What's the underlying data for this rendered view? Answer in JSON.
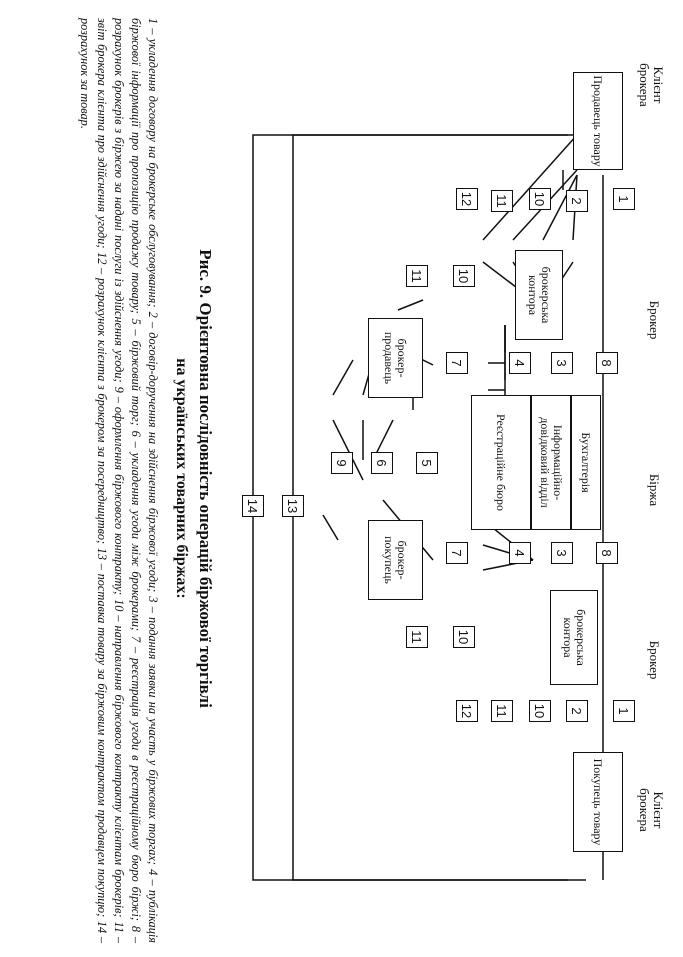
{
  "columns": {
    "client_left": "Клієнт брокера",
    "broker_left": "Брокер",
    "exchange": "Біржа",
    "broker_right": "Брокер",
    "client_right": "Клієнт брокера"
  },
  "boxes": {
    "seller": "Продавець товару",
    "office_left": "брокерська контора",
    "accounting": "Бухгалтерія",
    "info_dept": "Інформаційно-довідковий відділ",
    "registration": "Реєстраційне бюро",
    "broker_seller": "брокер-продавець",
    "broker_buyer": "брокер-покупець",
    "office_right": "брокерська контора",
    "buyer": "Покупець товару"
  },
  "numbers": {
    "n1": "1",
    "n2": "2",
    "n3": "3",
    "n4": "4",
    "n5": "5",
    "n6": "6",
    "n7": "7",
    "n8": "8",
    "n9": "9",
    "n10": "10",
    "n11": "11",
    "n12": "12",
    "n13": "13",
    "n14": "14"
  },
  "caption": {
    "title": "Рис. 9. Орієнтовна послідовність операцій біржової торгівлі",
    "subtitle": "на українських товарних біржах:",
    "legend": "1 – укладення договору на брокерське обслуговування; 2 – договір-доручення на здійснення біржової угоди; 3 – подання заявки на участь у біржових торгах; 4 – публікація біржової інформації про пропозицію продажу товару; 5 – біржовий торг; 6 – укладення угоди між брокерами; 7 – реєстрація угоди в реєстраційному бюро біржі; 8 – розрахунок брокерів з біржею за надані послуги із здійснення угоди; 9 – оформлення біржового контракту; 10 – направлення біржового контракту клієнтам брокерів; 11 – звіт брокера клієнта про здійснення угоди; 12 – розрахунок клієнта з брокером за посередництво; 13 – поставка товару за біржовим контрактом продавцем покупцю; 14 – розрахунок за товар."
  }
}
